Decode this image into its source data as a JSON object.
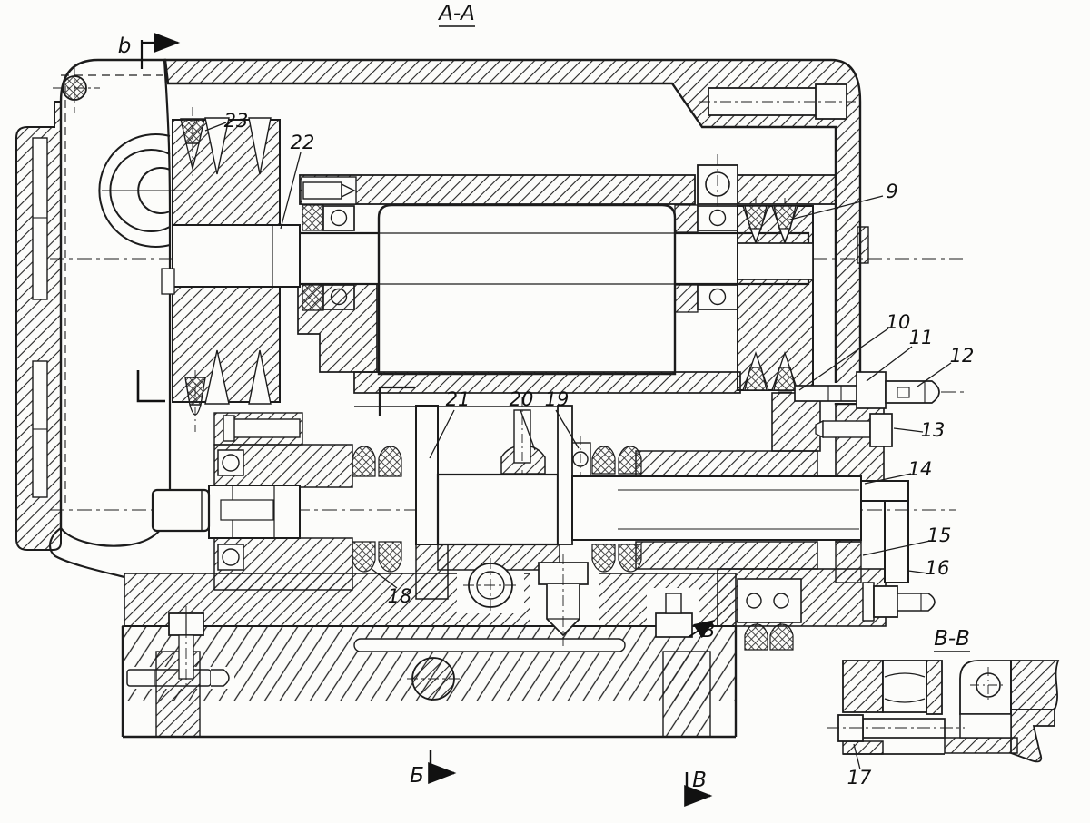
{
  "drawing": {
    "section_titles": {
      "aa": "А-А",
      "vv": "В-В"
    },
    "view_marks": {
      "b_mark": "b",
      "b_section": "Б",
      "v_section": "В",
      "v_inline": "В"
    },
    "part_labels": {
      "n9": "9",
      "n10": "10",
      "n11": "11",
      "n12": "12",
      "n13": "13",
      "n14": "14",
      "n15": "15",
      "n16": "16",
      "n17": "17",
      "n18": "18",
      "n19": "19",
      "n20": "20",
      "n21": "21",
      "n22": "22",
      "n23": "23"
    }
  }
}
